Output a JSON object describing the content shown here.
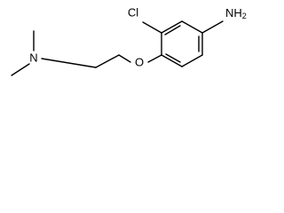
{
  "molecule": {
    "labels": {
      "chlorine": "Cl",
      "amine": "NH2",
      "amine_base": "NH",
      "amine_subscript": "2",
      "ether_oxygen": "O",
      "dimethyl_nitrogen": "N"
    },
    "colors": {
      "bond": "#000000",
      "text": "#000000",
      "background": "#ffffff"
    }
  }
}
